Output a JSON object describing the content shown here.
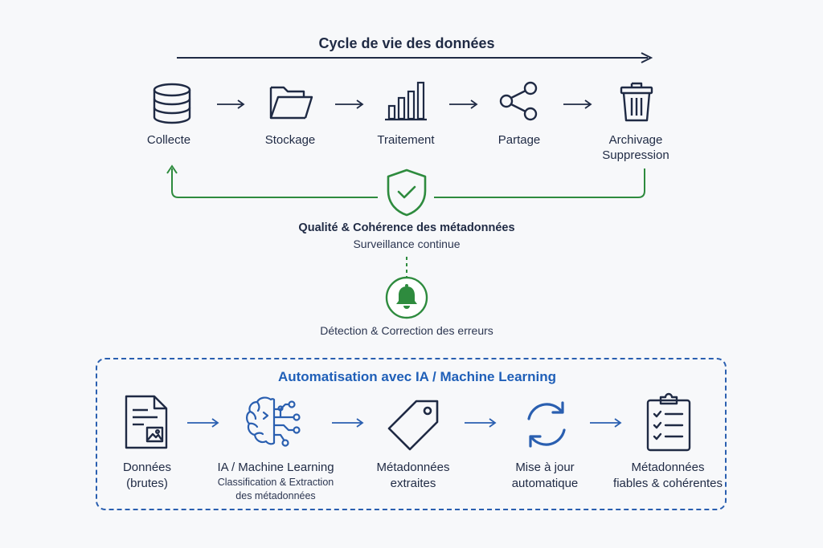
{
  "lifecycle": {
    "title": "Cycle de vie des données",
    "stages": [
      {
        "label": "Collecte",
        "icon": "database-icon"
      },
      {
        "label": "Stockage",
        "icon": "folder-icon"
      },
      {
        "label": "Traitement",
        "icon": "bar-chart-icon"
      },
      {
        "label": "Partage",
        "icon": "share-icon"
      },
      {
        "label": "Archivage\nSuppression",
        "icon": "trash-icon"
      }
    ]
  },
  "quality": {
    "title": "Qualité & Cohérence des métadonnées",
    "subtitle": "Surveillance continue",
    "icon": "shield-check-icon"
  },
  "detection": {
    "label": "Détection & Correction des erreurs",
    "icon": "bell-icon"
  },
  "automation": {
    "title": "Automatisation avec IA / Machine Learning",
    "steps": [
      {
        "label": "Données\n(brutes)",
        "icon": "document-image-icon"
      },
      {
        "label": "IA / Machine Learning",
        "sublabel": "Classification & Extraction\ndes métadonnées",
        "icon": "ai-brain-icon"
      },
      {
        "label": "Métadonnées\nextraites",
        "icon": "tag-icon"
      },
      {
        "label": "Mise à jour\nautomatique",
        "icon": "refresh-icon"
      },
      {
        "label": "Métadonnées\nfiables & cohérentes",
        "icon": "checklist-clipboard-icon"
      }
    ]
  },
  "colors": {
    "navy": "#1f2a44",
    "green": "#2e8b3e",
    "blue": "#2a5fb0"
  }
}
